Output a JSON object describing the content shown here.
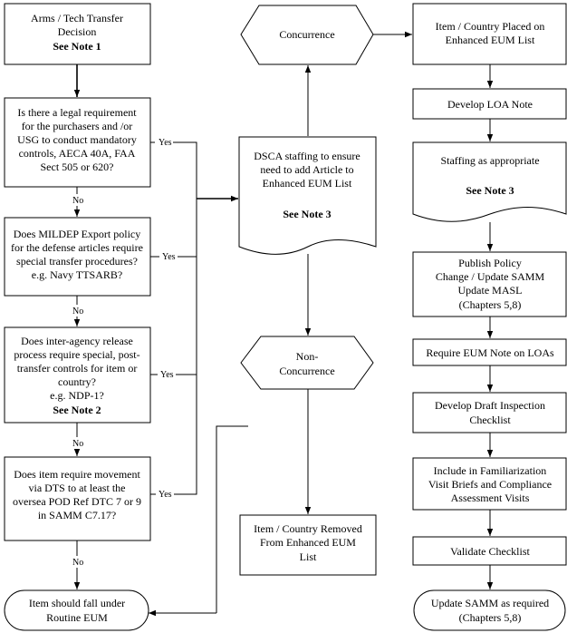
{
  "nodes": {
    "arms_transfer": {
      "lines": [
        "Arms / Tech Transfer",
        "Decision"
      ],
      "bold": [
        "See Note 1"
      ]
    },
    "legal_requirement": {
      "lines": [
        "Is there a legal requirement",
        "for the purchasers and /or",
        "USG to conduct mandatory",
        "controls, AECA 40A, FAA",
        "Sect 505 or 620?"
      ],
      "bold": []
    },
    "mildep_policy": {
      "lines": [
        "Does MILDEP Export policy",
        "for the defense articles require",
        "special transfer procedures?",
        "e.g. Navy TTSARB?"
      ],
      "bold": []
    },
    "interagency_release": {
      "lines": [
        "Does inter-agency release",
        "process require special, post-",
        "transfer controls for item or",
        "country?",
        "e.g. NDP-1?"
      ],
      "bold": [
        "See Note 2"
      ]
    },
    "dts_movement": {
      "lines": [
        "Does item require movement",
        "via DTS to at least the",
        "oversea POD Ref DTC 7 or 9",
        "in SAMM C7.17?"
      ],
      "bold": []
    },
    "routine_eum": {
      "lines": [
        "Item should fall under",
        "Routine EUM"
      ],
      "bold": []
    },
    "concurrence": {
      "lines": [
        "Concurrence"
      ],
      "bold": []
    },
    "dsca_staffing": {
      "lines": [
        "DSCA staffing to ensure",
        "need to add Article to",
        "Enhanced EUM List"
      ],
      "bold": [
        "See Note 3"
      ]
    },
    "non_concurrence": {
      "lines": [
        "Non-",
        "Concurrence"
      ],
      "bold": []
    },
    "removed": {
      "lines": [
        "Item / Country Removed",
        "From Enhanced EUM",
        "List"
      ],
      "bold": []
    },
    "placed": {
      "lines": [
        "Item / Country Placed on",
        "Enhanced EUM List"
      ],
      "bold": []
    },
    "develop_loa": {
      "lines": [
        "Develop LOA Note"
      ],
      "bold": []
    },
    "staffing": {
      "lines": [
        "Staffing as appropriate"
      ],
      "bold": [
        "See Note 3"
      ]
    },
    "publish_policy": {
      "lines": [
        "Publish Policy",
        "Change / Update SAMM",
        "Update MASL",
        "(Chapters 5,8)"
      ],
      "bold": []
    },
    "require_eum": {
      "lines": [
        "Require EUM Note on LOAs"
      ],
      "bold": []
    },
    "draft_checklist": {
      "lines": [
        "Develop Draft Inspection",
        "Checklist"
      ],
      "bold": []
    },
    "familiarization": {
      "lines": [
        "Include in Familiarization",
        "Visit Briefs and Compliance",
        "Assessment Visits"
      ],
      "bold": []
    },
    "validate": {
      "lines": [
        "Validate Checklist"
      ],
      "bold": []
    },
    "update_samm": {
      "lines": [
        "Update SAMM as required",
        "(Chapters 5,8)"
      ],
      "bold": []
    }
  },
  "labels": {
    "yes": "Yes",
    "no": "No"
  }
}
